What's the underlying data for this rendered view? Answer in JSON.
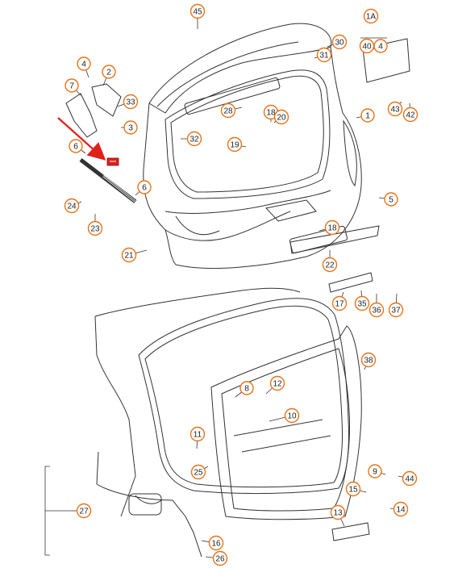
{
  "diagram": {
    "accent_color": "#e8731a",
    "arrow_color": "#e0201a",
    "line_color": "#333333",
    "callouts": [
      "45",
      "30",
      "31",
      "40",
      "4",
      "4",
      "2",
      "7",
      "33",
      "3",
      "28",
      "18",
      "20",
      "1",
      "32",
      "43",
      "42",
      "19",
      "6",
      "6",
      "24",
      "23",
      "5",
      "18",
      "21",
      "22",
      "17",
      "35",
      "36",
      "37",
      "38",
      "8",
      "12",
      "10",
      "11",
      "25",
      "9",
      "44",
      "15",
      "14",
      "13",
      "16",
      "26",
      "27",
      "1A"
    ]
  }
}
